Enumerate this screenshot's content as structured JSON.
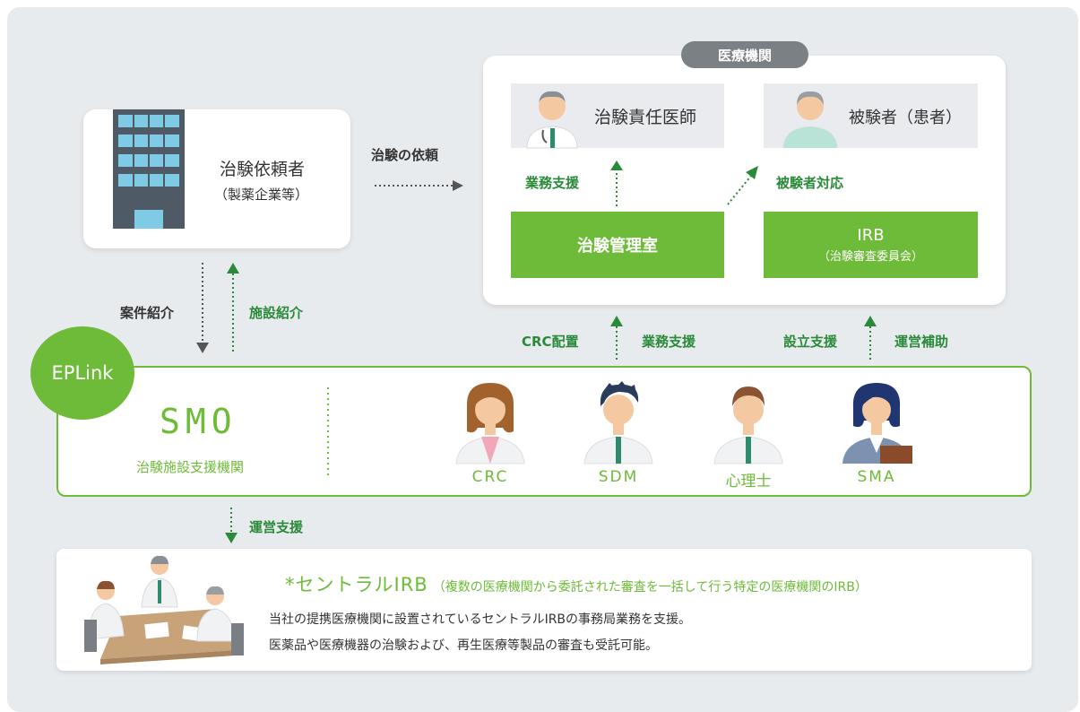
{
  "colors": {
    "green": "#6dbb38",
    "dark_green": "#1e7a2e",
    "gray_bg": "#e8ebee",
    "pill": "#7b8085"
  },
  "sponsor": {
    "title": "治験依頼者",
    "subtitle": "（製薬企業等）"
  },
  "request_label": "治験の依頼",
  "institution": {
    "tag": "医療機関",
    "doctor": "治験責任医師",
    "subject": "被験者（患者）",
    "support_label": "業務支援",
    "subject_label": "被験者対応",
    "office": "治験管理室",
    "irb_title": "IRB",
    "irb_sub": "（治験審査委員会）"
  },
  "links": {
    "case_intro": "案件紹介",
    "site_intro": "施設紹介",
    "crc_place": "CRC配置",
    "biz_support": "業務支援",
    "setup_support": "設立支援",
    "ops_assist": "運営補助",
    "ops_support": "運営支援"
  },
  "smo": {
    "badge": "EPLink",
    "title": "SMO",
    "subtitle": "治験施設支援機関",
    "staff": [
      "CRC",
      "SDM",
      "心理士",
      "SMA"
    ]
  },
  "central_irb": {
    "title": "*セントラルIRB",
    "note": "（複数の医療機関から委託された審査を一括して行う特定の医療機関のIRB）",
    "line1": "当社の提携医療機関に設置されているセントラルIRBの事務局業務を支援。",
    "line2": "医薬品や医療機器の治験および、再生医療等製品の審査も受託可能。"
  }
}
